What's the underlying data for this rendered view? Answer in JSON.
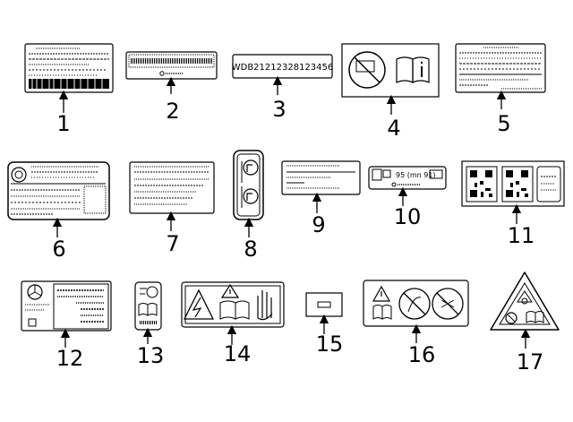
{
  "callouts": [
    "1",
    "2",
    "3",
    "4",
    "5",
    "6",
    "7",
    "8",
    "9",
    "10",
    "11",
    "12",
    "13",
    "14",
    "15",
    "16",
    "17"
  ],
  "label_texts": {
    "vin": "WDB21212328123456",
    "fuel_octane": "95 (mn 91)"
  }
}
